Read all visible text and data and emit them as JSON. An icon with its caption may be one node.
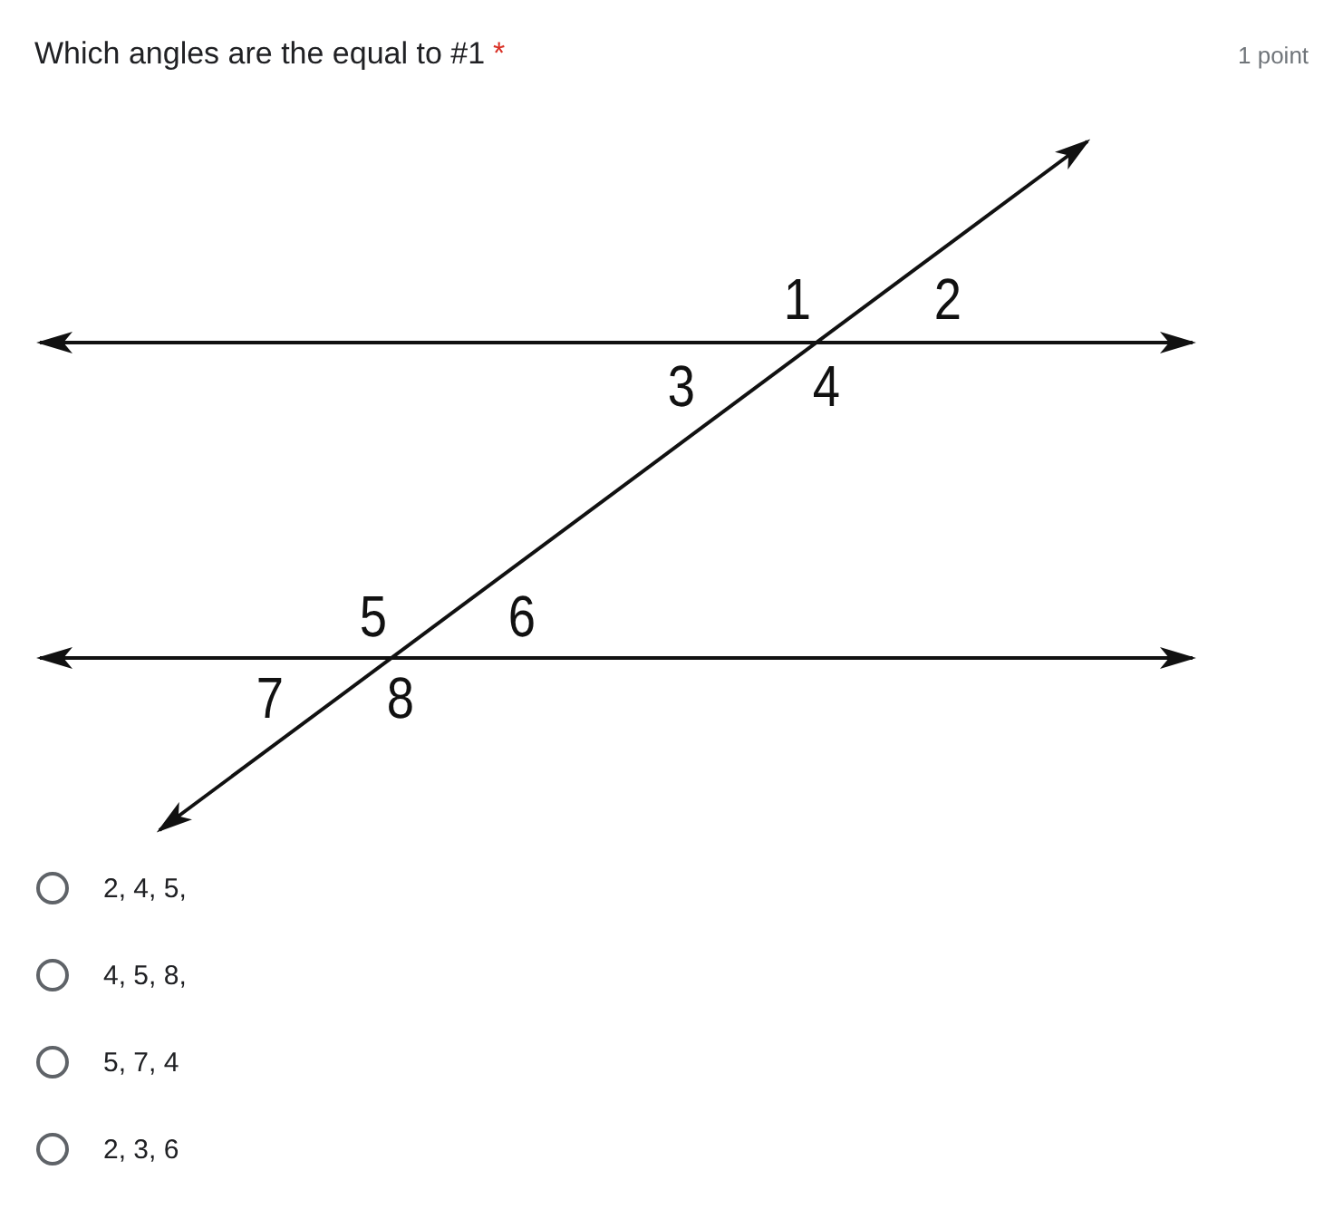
{
  "diagram": {
    "title": "Which angles are the equal to #1",
    "labels": [
      "*",
      "1 point",
      "1",
      "2",
      "3",
      "4",
      "5",
      "6",
      "7",
      "8",
      "2, 4, 5,",
      "4, 5, 8,",
      "5, 7, 4",
      "2, 3, 6"
    ]
  }
}
